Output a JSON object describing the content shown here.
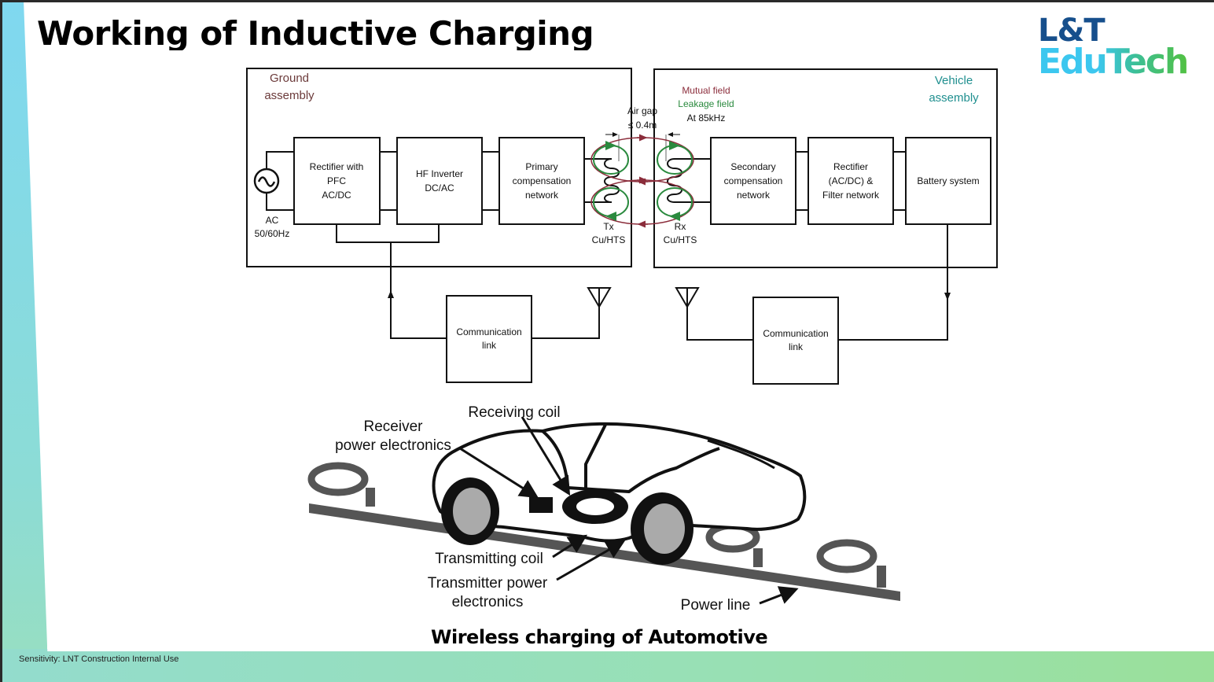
{
  "slide": {
    "title": "Working of Inductive Charging",
    "logo": {
      "line1": "L&T",
      "line2": "EduTech"
    },
    "sensitivity": "Sensitivity: LNT Construction Internal Use",
    "caption": "Wireless charging of Automotive",
    "colors": {
      "logo_blue": "#164f8c",
      "logo_cyan": "#3cc7ef",
      "logo_green": "#52c142",
      "band": "#93dccd",
      "mutual_field": "#8b2d3b",
      "leakage_field": "#2a8a3e",
      "vehicle_label": "#1f8f8f",
      "ground_label": "#6b3a3a"
    }
  },
  "block_diagram": {
    "ground": {
      "label_line1": "Ground",
      "label_line2": "assembly",
      "source": {
        "line1": "AC",
        "line2": "50/60Hz"
      },
      "blocks": [
        {
          "lines": [
            "Rectifier with",
            "PFC",
            "AC/DC"
          ]
        },
        {
          "lines": [
            "HF Inverter",
            "DC/AC"
          ]
        },
        {
          "lines": [
            "Primary",
            "compensation",
            "network"
          ]
        }
      ],
      "coil": {
        "line1": "Tx",
        "line2": "Cu/HTS"
      },
      "comm": {
        "line1": "Communication",
        "line2": "link"
      }
    },
    "gap": {
      "line1": "Air gap",
      "line2": "≤ 0.4m",
      "mutual": "Mutual field",
      "leakage": "Leakage field",
      "freq": "At 85kHz"
    },
    "vehicle": {
      "label_line1": "Vehicle",
      "label_line2": "assembly",
      "blocks": [
        {
          "lines": [
            "Secondary",
            "compensation",
            "network"
          ]
        },
        {
          "lines": [
            "Rectifier",
            "(AC/DC) &",
            "Filter network"
          ]
        },
        {
          "lines": [
            "Battery system"
          ]
        }
      ],
      "coil": {
        "line1": "Rx",
        "line2": "Cu/HTS"
      },
      "comm": {
        "line1": "Communication",
        "line2": "link"
      }
    }
  },
  "car_illustration": {
    "labels": {
      "receiving_coil": "Receiving coil",
      "receiver_pe_1": "Receiver",
      "receiver_pe_2": "power electronics",
      "transmitting_coil": "Transmitting coil",
      "transmitter_pe_1": "Transmitter power",
      "transmitter_pe_2": "electronics",
      "power_line": "Power line"
    }
  }
}
